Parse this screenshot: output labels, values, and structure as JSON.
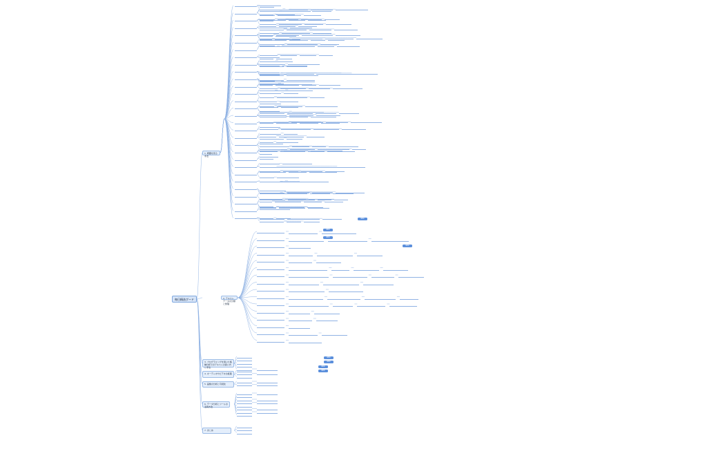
{
  "map": {
    "root_label": "每日精选グード",
    "branches": [
      {
        "label": "1. 概要を見る手法"
      },
      {
        "label": "2. テキストデータの分類と整理"
      },
      {
        "label": "3. プログラミングを用いた各種分析でのテキストの扱い方と手法"
      },
      {
        "label": "4. オーディオやビデオの処理"
      },
      {
        "label": "5. 画像の分析と可視化"
      },
      {
        "label": "6. データ分析とツールの活用方法"
      },
      {
        "label": "7. まとめ"
      }
    ],
    "tags": [
      "NEW",
      "NEW",
      "NEW",
      "NEW",
      "NEW",
      "NEW",
      "NEW",
      "NEW"
    ]
  },
  "colors": {
    "line": "#8fb2e4",
    "box": "#e4eefb",
    "tag": "#5b8fdc"
  }
}
